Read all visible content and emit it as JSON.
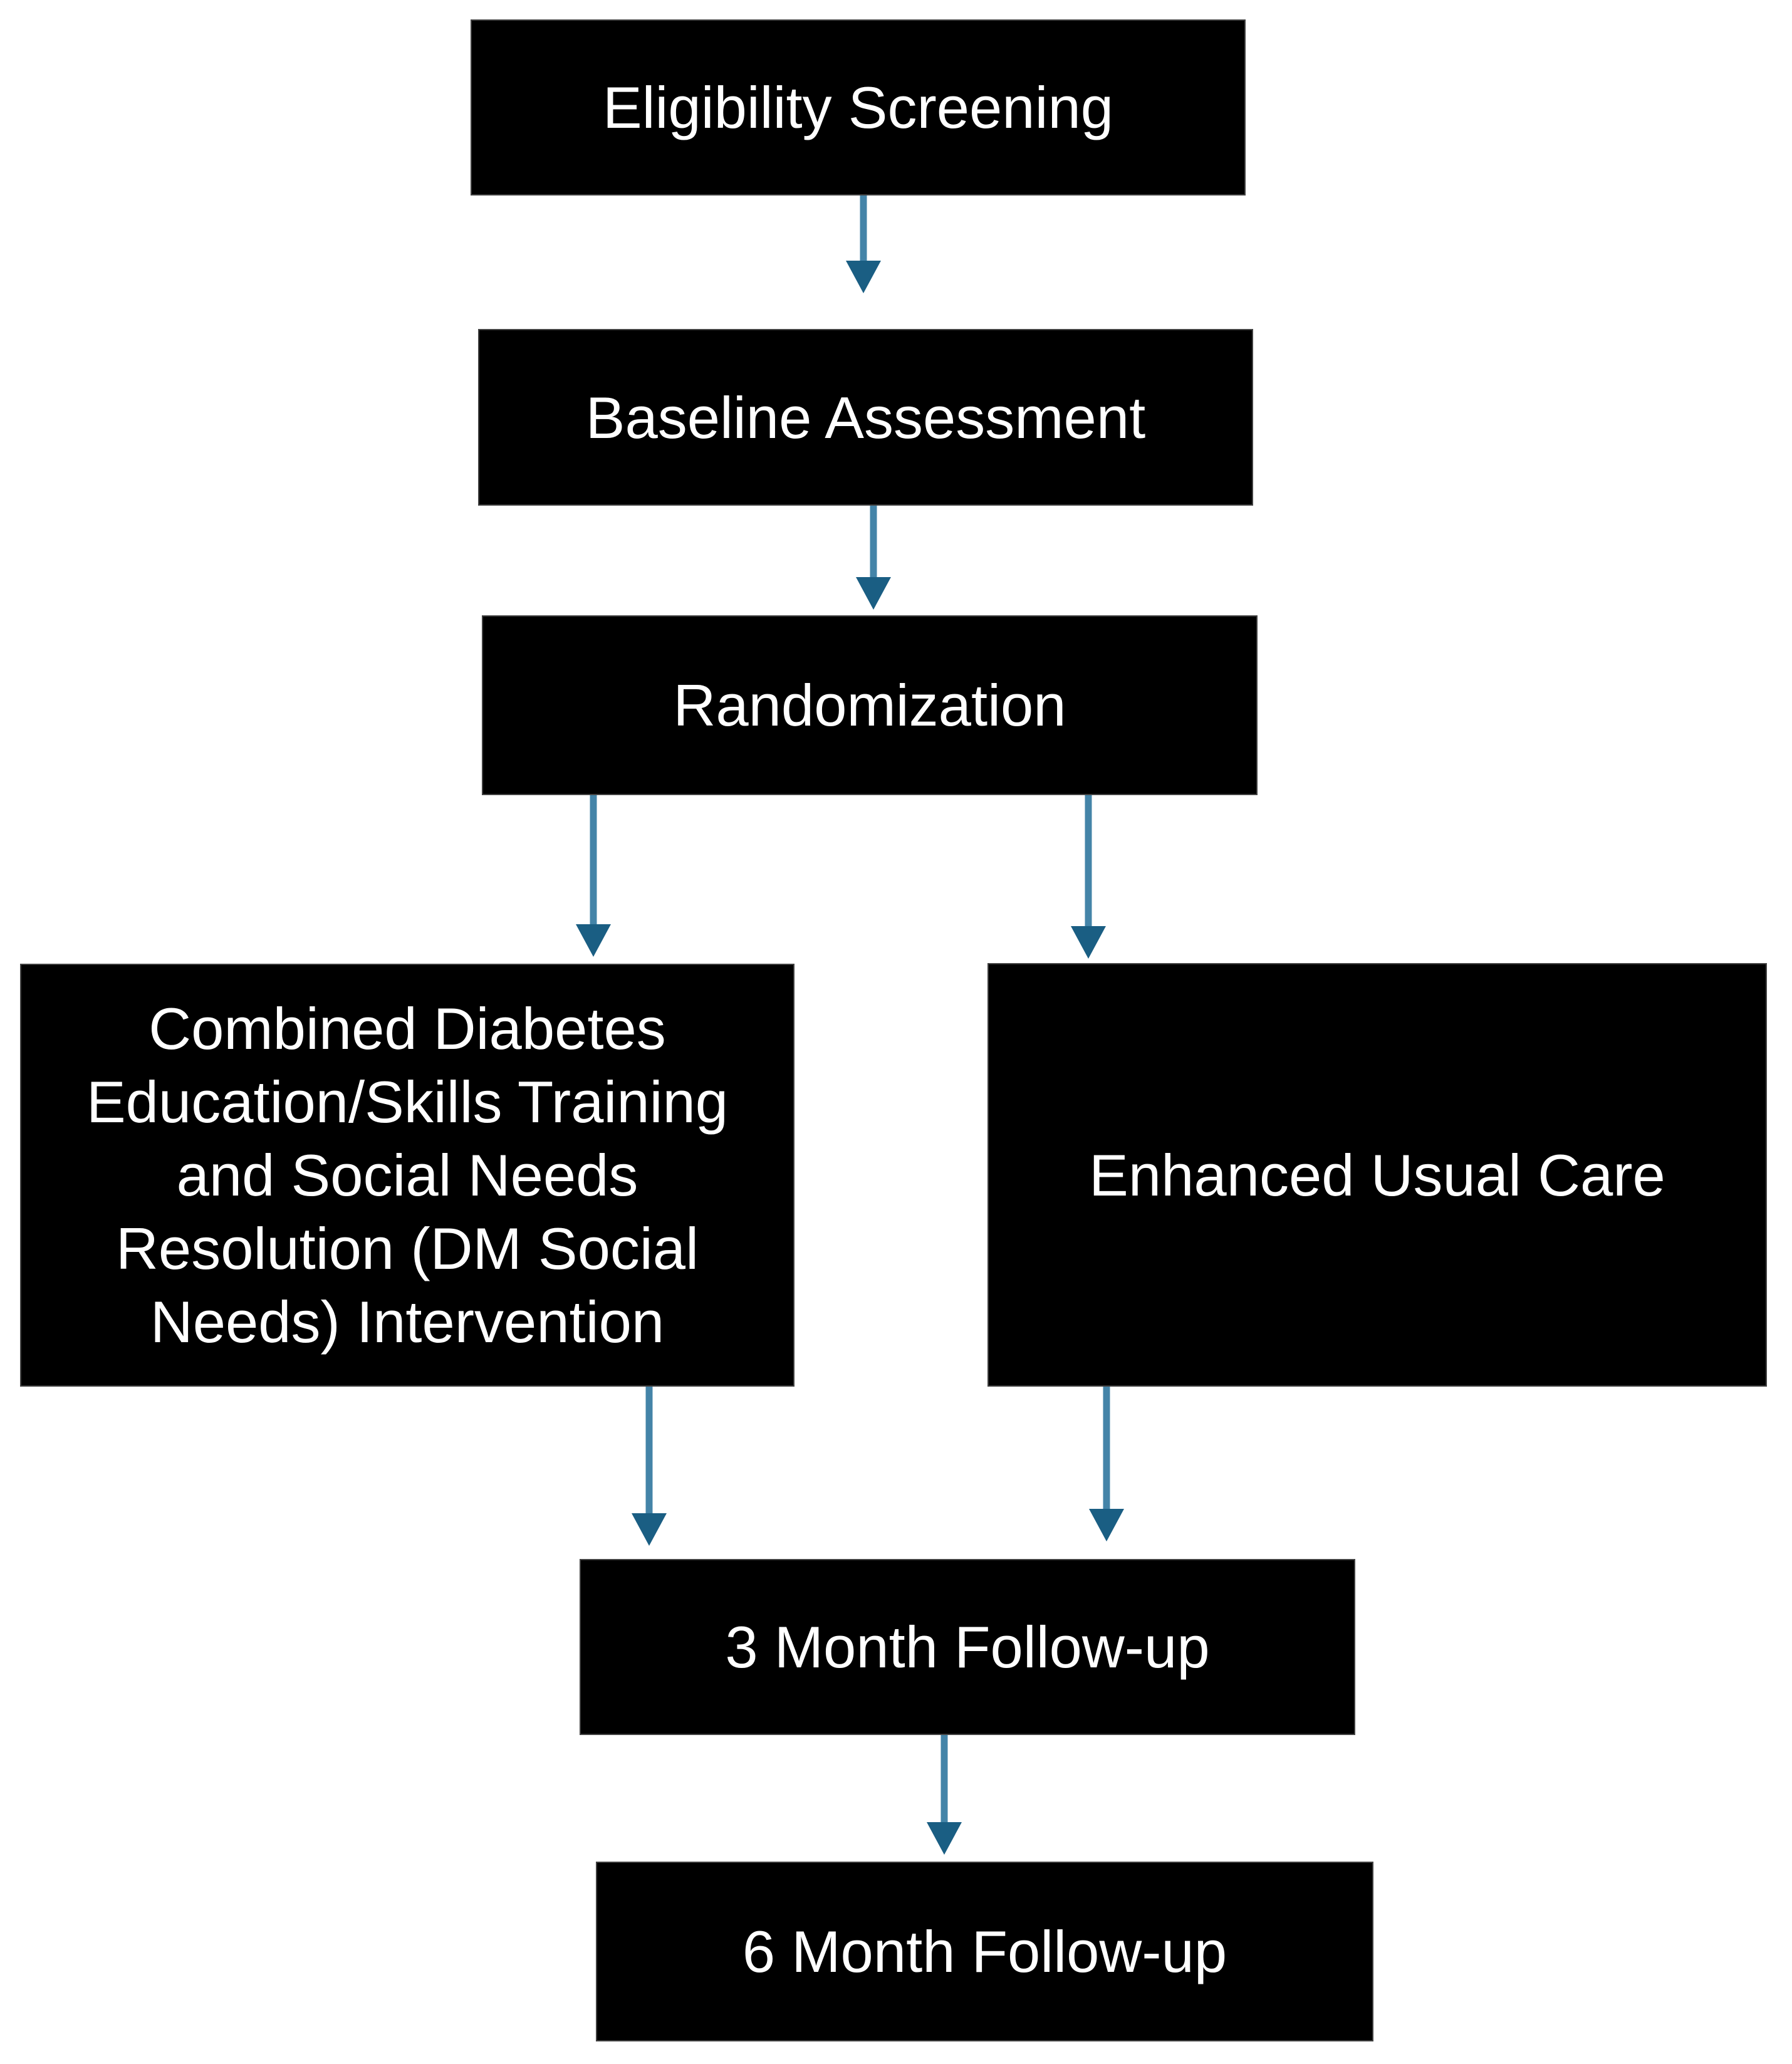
{
  "figure": {
    "type": "flowchart",
    "background": "#ffffff",
    "colors": {
      "background": "#ffffff",
      "node_fill": "#000000",
      "node_border": "#424242",
      "node_text": "#ffffff",
      "arrow_shaft": "#4484a8",
      "arrow_head": "#1a5e83"
    },
    "nodes": [
      {
        "id": "eligibility-screening",
        "label": "Eligibility Screening"
      },
      {
        "id": "baseline-assessment",
        "label": "Baseline Assessment"
      },
      {
        "id": "randomization",
        "label": "Randomization"
      },
      {
        "id": "dm-social-needs-intervention",
        "label": "Combined Diabetes\nEducation/Skills Training\nand Social Needs\nResolution (DM Social\nNeeds) Intervention"
      },
      {
        "id": "enhanced-usual-care",
        "label": "Enhanced Usual Care"
      },
      {
        "id": "three-month-follow-up",
        "label": "3 Month Follow-up"
      },
      {
        "id": "six-month-follow-up",
        "label": "6 Month Follow-up"
      }
    ],
    "edges": [
      {
        "from": "eligibility-screening",
        "to": "baseline-assessment"
      },
      {
        "from": "baseline-assessment",
        "to": "randomization"
      },
      {
        "from": "randomization",
        "to": "dm-social-needs-intervention"
      },
      {
        "from": "randomization",
        "to": "enhanced-usual-care"
      },
      {
        "from": "dm-social-needs-intervention",
        "to": "three-month-follow-up"
      },
      {
        "from": "enhanced-usual-care",
        "to": "three-month-follow-up"
      },
      {
        "from": "three-month-follow-up",
        "to": "six-month-follow-up"
      }
    ]
  }
}
